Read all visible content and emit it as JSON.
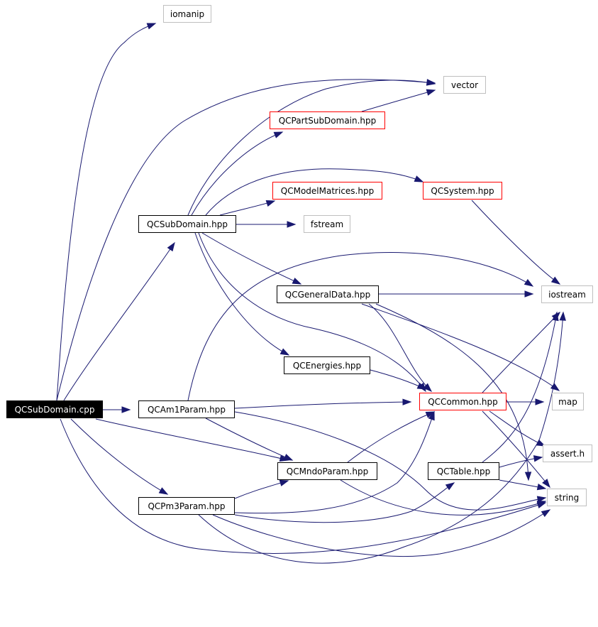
{
  "nodes": {
    "root": "QCSubDomain.cpp",
    "iomanip": "iomanip",
    "vector": "vector",
    "part": "QCPartSubDomain.hpp",
    "model": "QCModelMatrices.hpp",
    "system": "QCSystem.hpp",
    "sub": "QCSubDomain.hpp",
    "fstream": "fstream",
    "general": "QCGeneralData.hpp",
    "iostream": "iostream",
    "energies": "QCEnergies.hpp",
    "am1": "QCAm1Param.hpp",
    "common": "QCCommon.hpp",
    "map": "map",
    "assert": "assert.h",
    "table": "QCTable.hpp",
    "mndo": "QCMndoParam.hpp",
    "string": "string",
    "pm3": "QCPm3Param.hpp"
  },
  "colors": {
    "edge": "#191970",
    "missing_border": "#ff0000",
    "external_border": "#bfbfbf",
    "root_fill": "#000000"
  }
}
